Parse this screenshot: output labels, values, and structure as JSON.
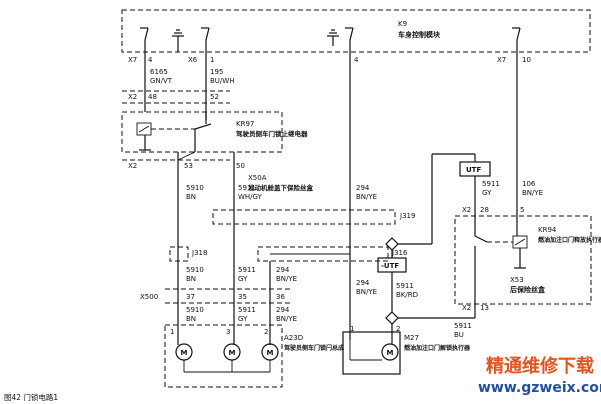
{
  "k9": {
    "id": "K9",
    "name": "车身控制模块"
  },
  "k9_pins": [
    "X7",
    "4",
    "X6",
    "1",
    "4",
    "X7",
    "10"
  ],
  "wires_top": [
    {
      "num": "6165",
      "color": "GN/VT"
    },
    {
      "num": "195",
      "color": "BU/WH"
    }
  ],
  "x2_top": {
    "conn": "X2",
    "pin_a": "48",
    "pin_b": "52"
  },
  "kr97": {
    "id": "KR97",
    "name": "驾驶员侧车门锁止继电器"
  },
  "x2_mid": {
    "conn": "X2",
    "pin_a": "53",
    "pin_b": "50"
  },
  "x50a": {
    "id": "X50A",
    "name": "发动机舱盖下保险丝盒"
  },
  "wires_mid": [
    {
      "num": "5910",
      "color": "BN"
    },
    {
      "num": "5911",
      "color": "WH/GY"
    },
    {
      "num": "294",
      "color": "BN/YE"
    }
  ],
  "utf_top": "UTF",
  "right_wires": [
    {
      "num": "5911",
      "color": "GY"
    },
    {
      "num": "106",
      "color": "BN/YE"
    }
  ],
  "x2_right": {
    "conn": "X2",
    "pin_a": "28",
    "pin_b": "5"
  },
  "splices": [
    "J319",
    "J318",
    "J316"
  ],
  "kr94": {
    "id": "KR94",
    "name": "燃油加注口门释放执行器继电器"
  },
  "x53": {
    "id": "X53",
    "name": "后保险丝盒"
  },
  "wires_low": [
    {
      "num": "5910",
      "color": "BN"
    },
    {
      "num": "5911",
      "color": "GY"
    },
    {
      "num": "294",
      "color": "BN/YE"
    }
  ],
  "utf_low": "-UTF",
  "wire_5911_bkrd": {
    "num": "5911",
    "color": "BK/RD"
  },
  "x2_low": {
    "conn": "X2",
    "pin": "13"
  },
  "wire_5911_bu": {
    "num": "5911",
    "color": "BU"
  },
  "x500": {
    "conn": "X500",
    "pins": [
      "37",
      "35",
      "36"
    ]
  },
  "wires_bottom": [
    {
      "num": "5910",
      "color": "BN"
    },
    {
      "num": "5911",
      "color": "GY"
    },
    {
      "num": "294",
      "color": "BN/YE"
    }
  ],
  "wire_294_bnye_right": {
    "num": "294",
    "color": "BN/YE"
  },
  "a23d": {
    "id": "A23D",
    "name": "驾驶员侧车门锁闩总成",
    "pins": [
      "1",
      "3",
      "2"
    ]
  },
  "m27": {
    "id": "M27",
    "name": "燃油加注口门解锁执行器",
    "pins": [
      "1",
      "2"
    ]
  },
  "motor_label": "M",
  "caption": "图42 门锁电路1",
  "watermark": {
    "title": "精通维修下载",
    "url": "www.gzweix.com"
  }
}
